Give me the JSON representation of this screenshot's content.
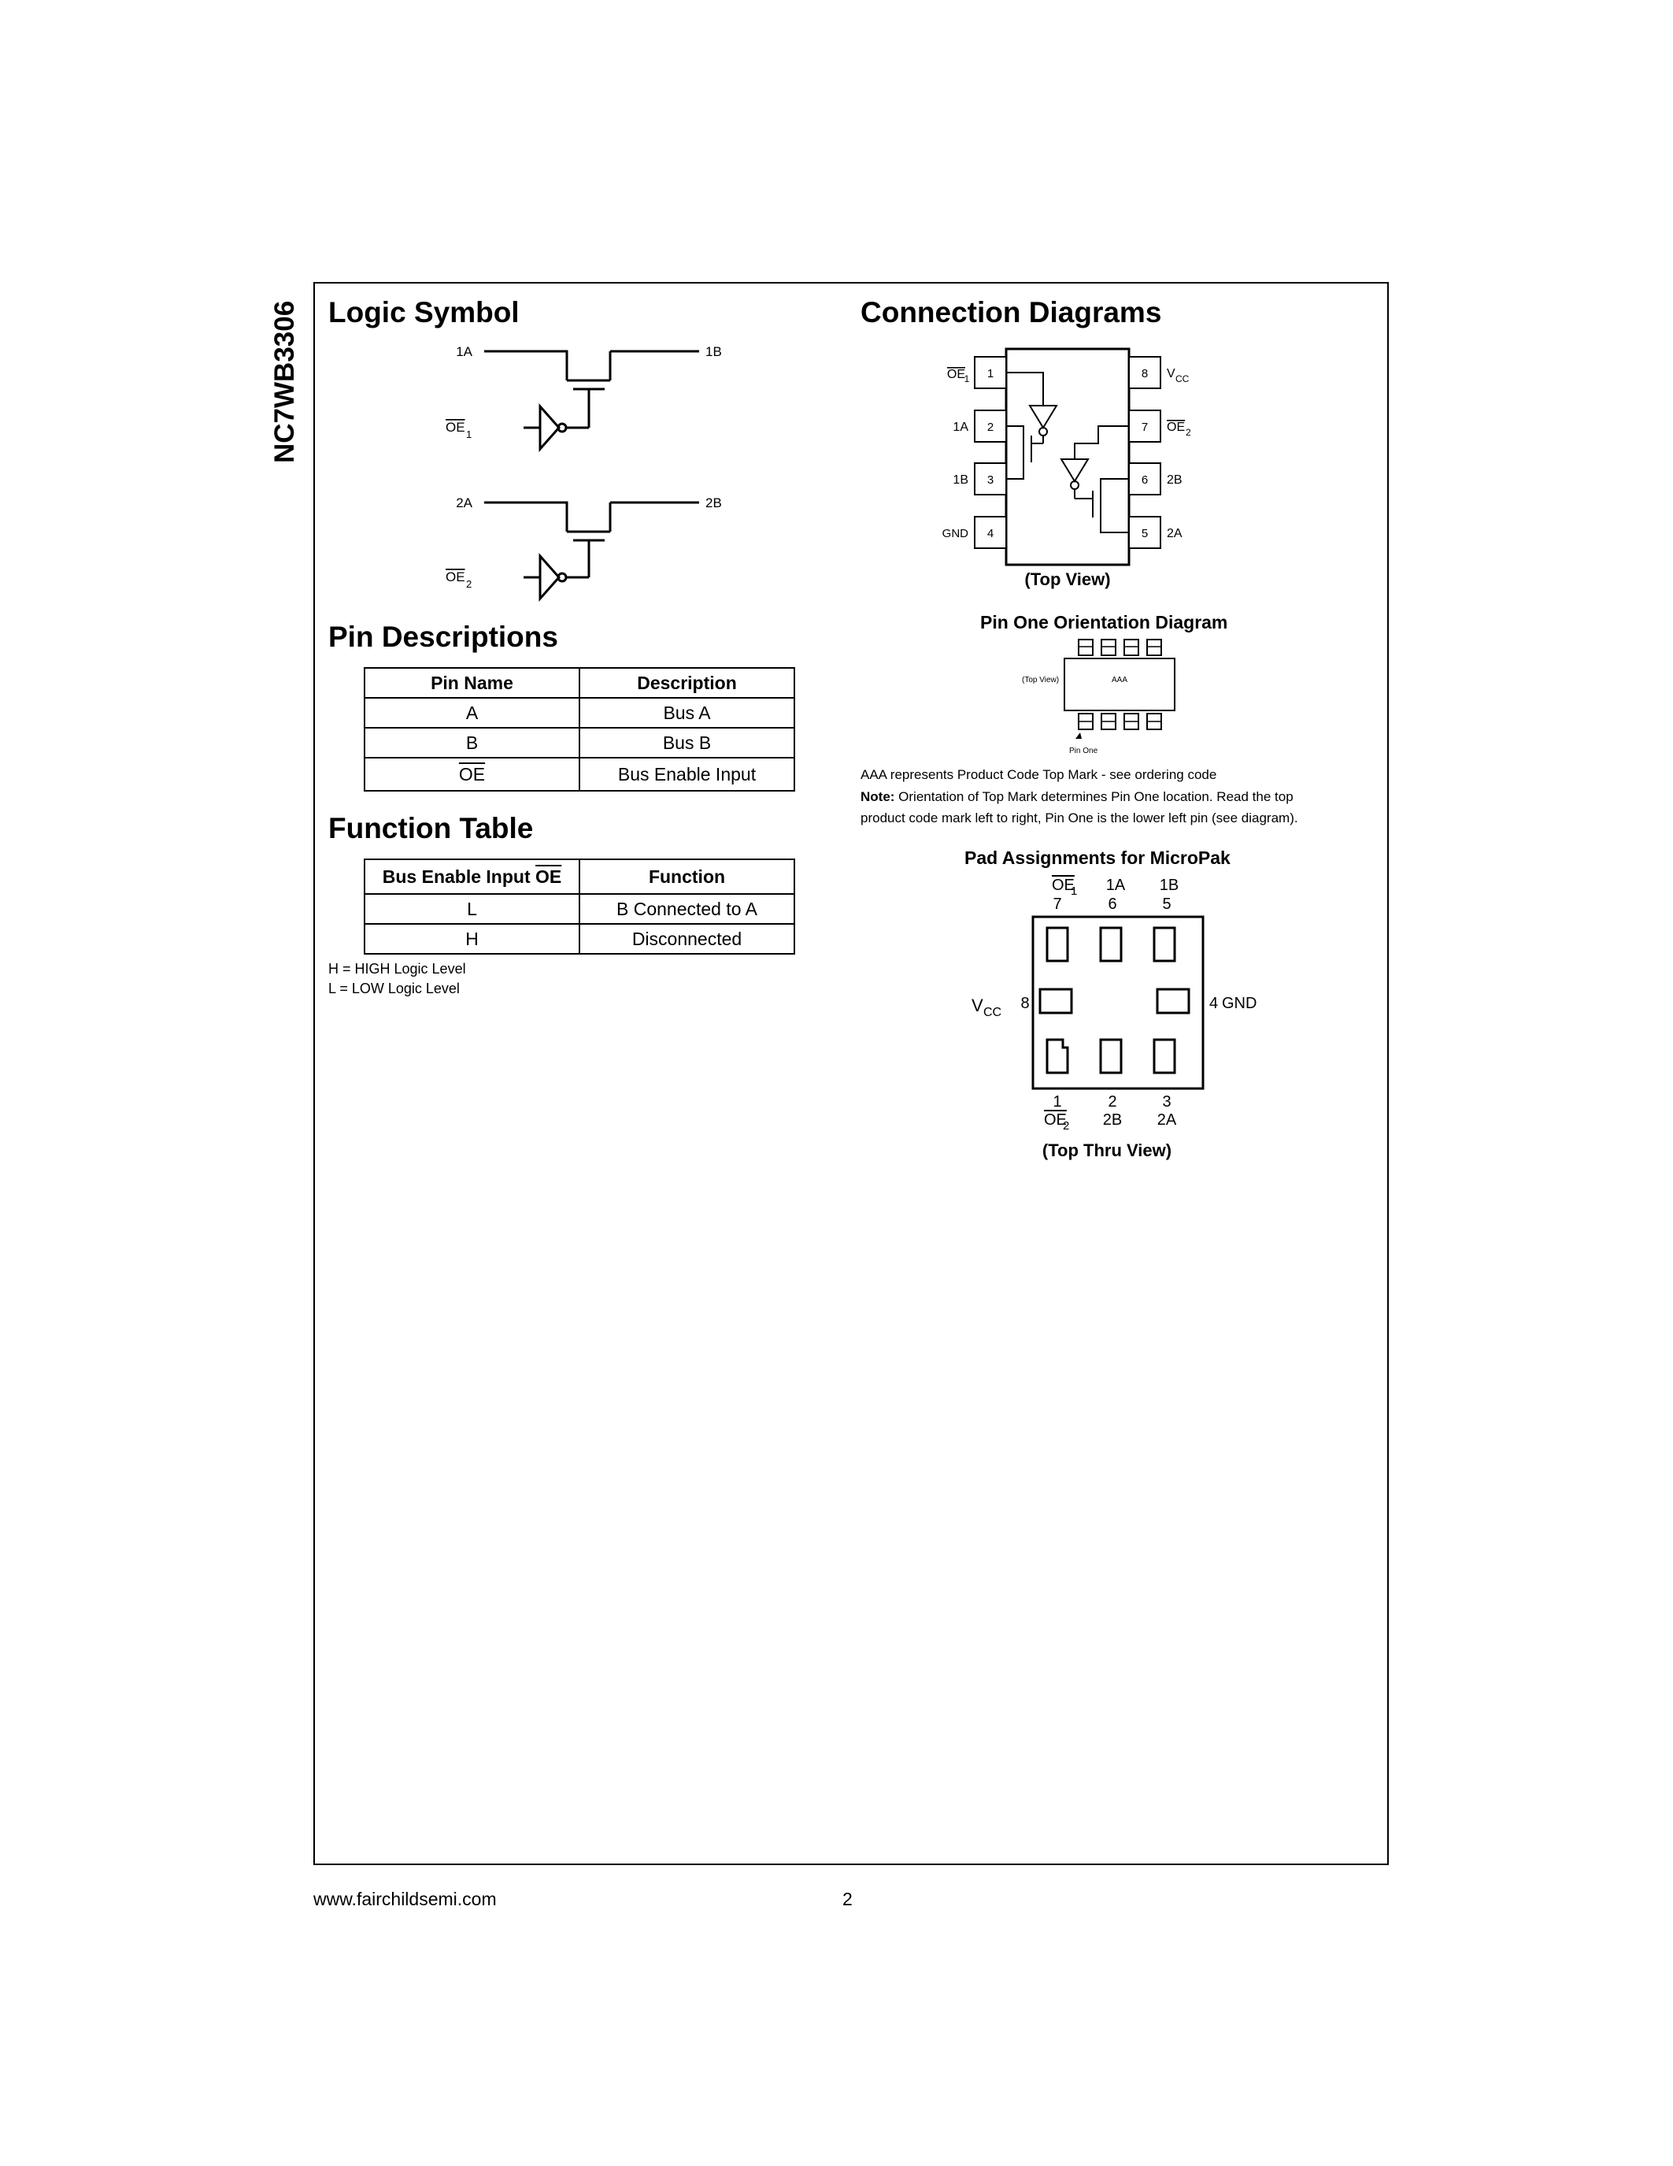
{
  "part_number": "NC7WB3306",
  "sections": {
    "logic_symbol": "Logic Symbol",
    "connection_diagrams": "Connection Diagrams",
    "pin_descriptions": "Pin Descriptions",
    "function_table": "Function Table"
  },
  "logic_symbol": {
    "ch1_a": "1A",
    "ch1_b": "1B",
    "ch1_oe": "OE",
    "ch1_oe_sub": "1",
    "ch2_a": "2A",
    "ch2_b": "2B",
    "ch2_oe": "OE",
    "ch2_oe_sub": "2"
  },
  "pin_descriptions": {
    "headers": [
      "Pin Name",
      "Description"
    ],
    "rows": [
      {
        "pin": "A",
        "desc": "Bus A"
      },
      {
        "pin": "B",
        "desc": "Bus B"
      },
      {
        "pin": "OE",
        "desc": "Bus Enable Input"
      }
    ]
  },
  "function_table": {
    "header_input": "Bus Enable Input ",
    "header_input_oe": "OE",
    "header_function": "Function",
    "rows": [
      {
        "input": "L",
        "function": "B Connected to A"
      },
      {
        "input": "H",
        "function": "Disconnected"
      }
    ],
    "notes": [
      "H = HIGH Logic Level",
      "L = LOW Logic Level"
    ]
  },
  "connection_diagram": {
    "pins_left": [
      {
        "name": "OE",
        "sub": "1",
        "num": "1"
      },
      {
        "name": "1A",
        "num": "2"
      },
      {
        "name": "1B",
        "num": "3"
      },
      {
        "name": "GND",
        "num": "4"
      }
    ],
    "pins_right": [
      {
        "name": "V",
        "sub": "CC",
        "num": "8"
      },
      {
        "name": "OE",
        "sub": "2",
        "num": "7"
      },
      {
        "name": "2B",
        "num": "6"
      },
      {
        "name": "2A",
        "num": "5"
      }
    ],
    "caption": "(Top View)"
  },
  "pin_one": {
    "title": "Pin One Orientation Diagram",
    "top_view_label": "(Top View)",
    "mark": "AAA",
    "pin_one_label": "Pin One",
    "desc": "AAA represents Product Code Top Mark - see ordering code",
    "note_label": "Note:",
    "note_line1": " Orientation of Top Mark determines Pin One location. Read the top",
    "note_line2": "product code mark left to right, Pin One is the lower left pin (see diagram)."
  },
  "micropak": {
    "title": "Pad Assignments for MicroPak",
    "top_pins": [
      {
        "name": "OE",
        "sub": "1",
        "num": "7"
      },
      {
        "name": "1A",
        "num": "6"
      },
      {
        "name": "1B",
        "num": "5"
      }
    ],
    "bottom_pins": [
      {
        "name": "OE",
        "sub": "2",
        "num": "1"
      },
      {
        "name": "2B",
        "num": "2"
      },
      {
        "name": "2A",
        "num": "3"
      }
    ],
    "left_pin": {
      "name": "V",
      "sub": "CC",
      "num": "8"
    },
    "right_pin": {
      "num": "4",
      "name": "GND"
    },
    "caption": "(Top Thru View)"
  },
  "footer": {
    "url": "www.fairchildsemi.com",
    "page": "2"
  }
}
